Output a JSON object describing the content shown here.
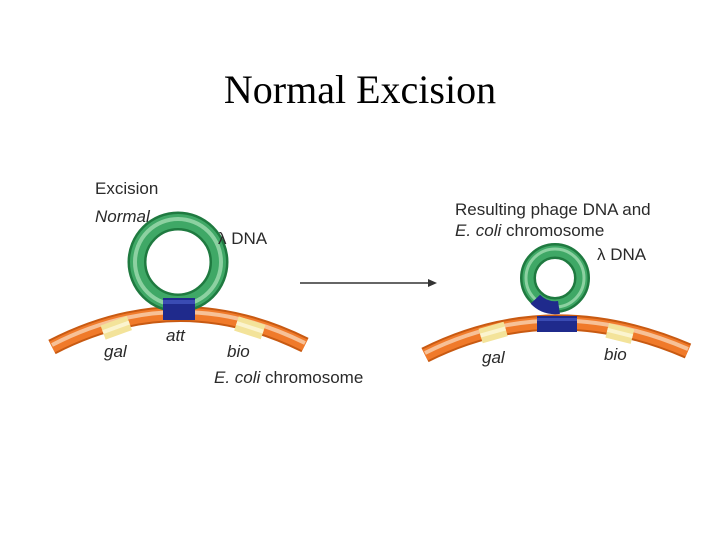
{
  "slide": {
    "title": "Normal Excision"
  },
  "left_panel": {
    "heading": "Excision",
    "subheading": "Normal",
    "phage_label_symbol": "λ",
    "phage_label_text": " DNA",
    "att_label": "att",
    "gal_label": "gal",
    "bio_label": "bio",
    "chromosome_label_italic": "E. coli",
    "chromosome_label_rest": " chromosome"
  },
  "right_panel": {
    "heading_line1": "Resulting phage DNA and",
    "heading_line2_italic": "E. coli",
    "heading_line2_rest": " chromosome",
    "phage_label_symbol": "λ",
    "phage_label_text": " DNA",
    "gal_label": "gal",
    "bio_label": "bio"
  },
  "colors": {
    "chromosome_orange": "#f07a2a",
    "chromosome_light": "#f6c6a0",
    "gene_yellow": "#f3e39a",
    "phage_green": "#2f9a57",
    "phage_light": "#7ccf98",
    "att_blue": "#1f2a8c"
  }
}
